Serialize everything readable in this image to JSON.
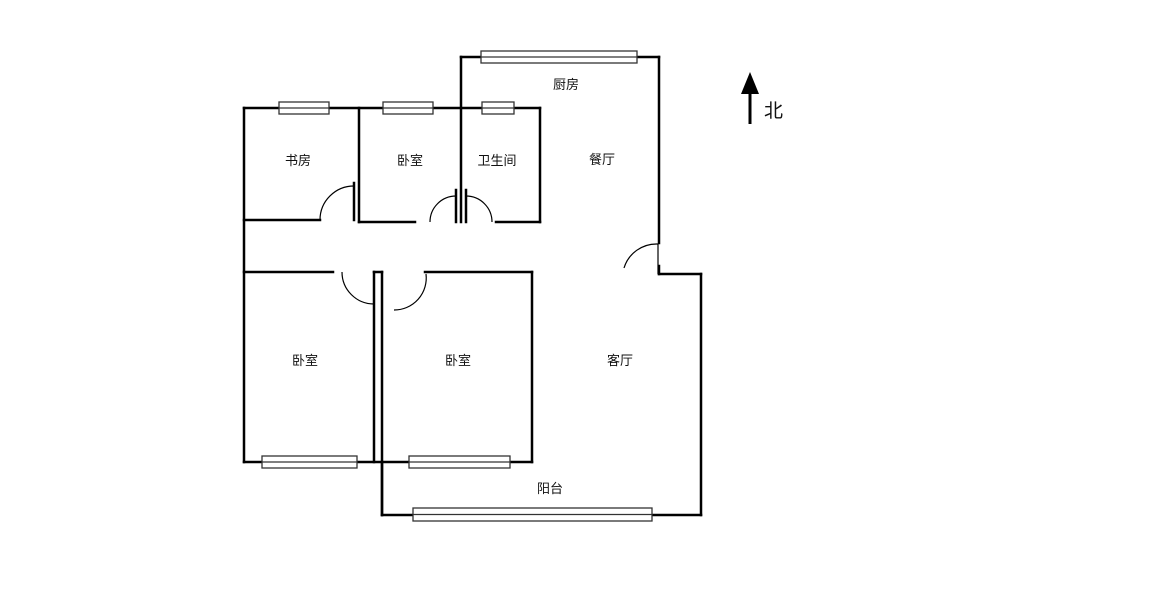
{
  "rooms": {
    "study": "书房",
    "bedroom_north": "卧室",
    "bathroom": "卫生间",
    "kitchen": "厨房",
    "dining": "餐厅",
    "bedroom_southwest": "卧室",
    "bedroom_south": "卧室",
    "living_room": "客厅",
    "balcony": "阳台"
  },
  "compass": {
    "label": "北",
    "icon": "north-arrow-icon"
  },
  "colors": {
    "wall": "#000000",
    "window_frame": "#333333",
    "window_fill": "#ffffff",
    "background": "#ffffff"
  }
}
